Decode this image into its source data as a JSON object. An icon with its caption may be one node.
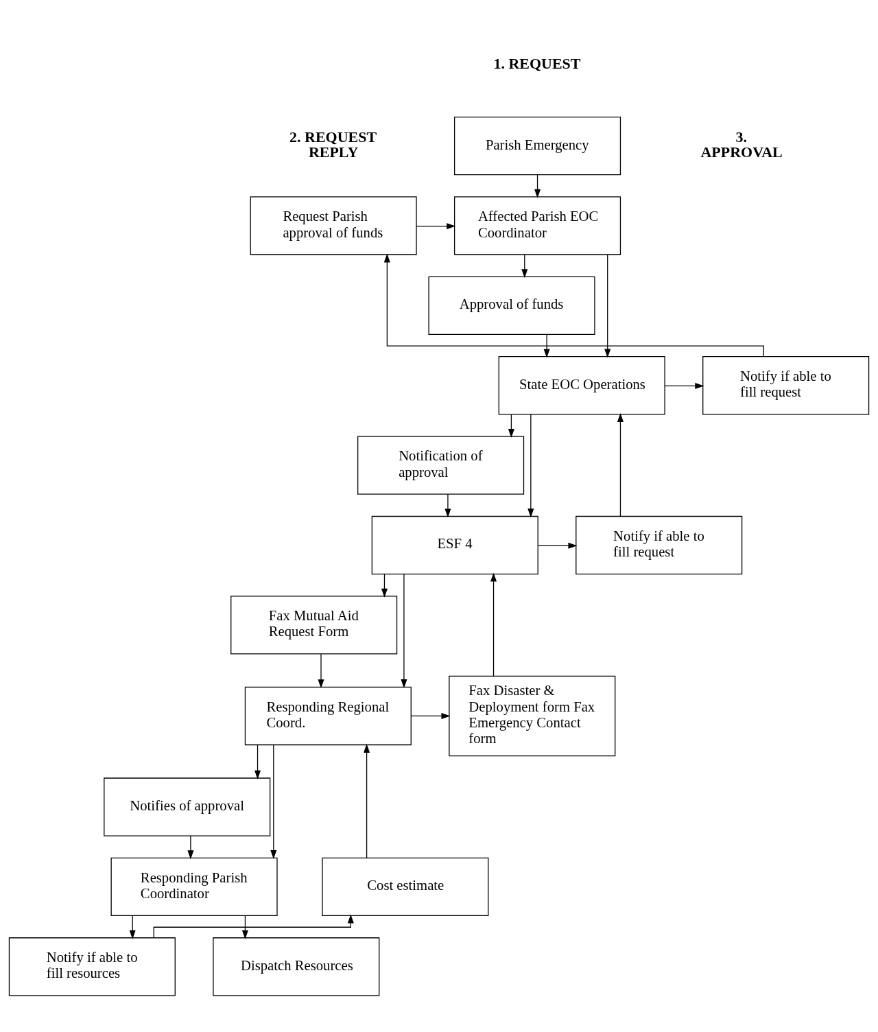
{
  "diagram": {
    "nodes": [
      {
        "text": [
          "Parish Emergency"
        ]
      },
      {
        "text": [
          "Request Parish approval of funds"
        ]
      },
      {
        "text": [
          "Affected Parish EOC Coordinator"
        ]
      },
      {
        "text": [
          "Approval of funds"
        ]
      },
      {
        "text": [
          "Notify if able to fill request"
        ]
      },
      {
        "text": [
          "State EOC Operations"
        ]
      },
      {
        "text": [
          "Notification of approval"
        ]
      },
      {
        "text": [
          "Notify if able to fill request"
        ]
      },
      {
        "text": [
          "ESF 4"
        ]
      },
      {
        "text": [
          "Fax Disaster & Deployment form Fax Emergency Contact form"
        ]
      },
      {
        "text": [
          "Fax Mutual Aid Request Form"
        ]
      },
      {
        "text": [
          "Responding Regional Coord."
        ]
      },
      {
        "text": [
          "Cost estimate"
        ]
      },
      {
        "text": [
          "Notifies of approval"
        ]
      },
      {
        "text": [
          "Responding Parish Coordinator"
        ]
      },
      {
        "text": [
          "Notify if able to fill resources"
        ]
      },
      {
        "text": [
          "Dispatch Resources"
        ]
      }
    ],
    "edges": [
      {
        "from": 0,
        "to": 2,
        "arrow": "to"
      },
      {
        "from": 1,
        "to": 2,
        "arrow": "to"
      },
      {
        "from": 2,
        "to": 3,
        "arrow": "to"
      },
      {
        "from": 2,
        "to": 5,
        "arrow": "to"
      },
      {
        "from": 3,
        "to": 5,
        "arrow": "to"
      },
      {
        "from": 5,
        "to": 4,
        "arrow": "to"
      },
      {
        "from": 4,
        "to": 1,
        "arrow": "to"
      },
      {
        "from": 5,
        "to": 6,
        "arrow": "to"
      },
      {
        "from": 7,
        "to": 5,
        "arrow": "to"
      },
      {
        "from": 5,
        "to": 8,
        "arrow": "to"
      },
      {
        "from": 6,
        "to": 8,
        "arrow": "to"
      },
      {
        "from": 8,
        "to": 7,
        "arrow": "to"
      },
      {
        "from": 8,
        "to": 10,
        "arrow": "to"
      },
      {
        "from": 9,
        "to": 8,
        "arrow": "to"
      },
      {
        "from": 8,
        "to": 11,
        "arrow": "to"
      },
      {
        "from": 10,
        "to": 11,
        "arrow": "to"
      },
      {
        "from": 11,
        "to": 9,
        "arrow": "to"
      },
      {
        "from": 11,
        "to": 13,
        "arrow": "to"
      },
      {
        "from": 12,
        "to": 11,
        "arrow": "to"
      },
      {
        "from": 11,
        "to": 14,
        "arrow": "to"
      },
      {
        "from": 13,
        "to": 14,
        "arrow": "to"
      },
      {
        "from": 14,
        "to": 15,
        "arrow": "to"
      },
      {
        "from": 15,
        "to": 12,
        "arrow": "to"
      },
      {
        "from": 14,
        "to": 16,
        "arrow": "to"
      }
    ],
    "labels": [
      "1. REQUEST",
      "2. REQUEST REPLY",
      "3. APPROVAL"
    ]
  }
}
